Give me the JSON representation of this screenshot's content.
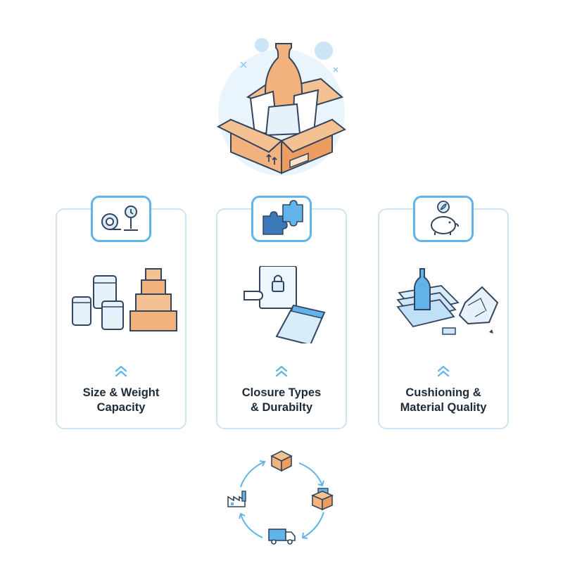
{
  "cards": [
    {
      "title_line1": "Size & Weight",
      "title_line2": "Capacity"
    },
    {
      "title_line1": "Closure Types",
      "title_line2": "& Durabilty"
    },
    {
      "title_line1": "Cushioning &",
      "title_line2": "Material Quality"
    }
  ],
  "icons": {
    "hero": "open-box-with-vase-icon",
    "card1_badge": "tape-measure-and-scale-icon",
    "card2_badge": "puzzle-pieces-icon",
    "card3_badge": "piggy-bank-leaf-icon",
    "card1_illustration": "bags-and-stacked-boxes-icon",
    "card2_illustration": "locked-pouch-icon",
    "card3_illustration": "bottle-in-cushioning-icon",
    "cycle": [
      "box-icon",
      "factory-icon",
      "delivery-truck-icon",
      "recycled-box-icon"
    ]
  },
  "colors": {
    "accent_blue": "#62b3e9",
    "box_orange": "#f2b27e",
    "outline": "#33455e",
    "card_border": "#cfe3f3"
  }
}
